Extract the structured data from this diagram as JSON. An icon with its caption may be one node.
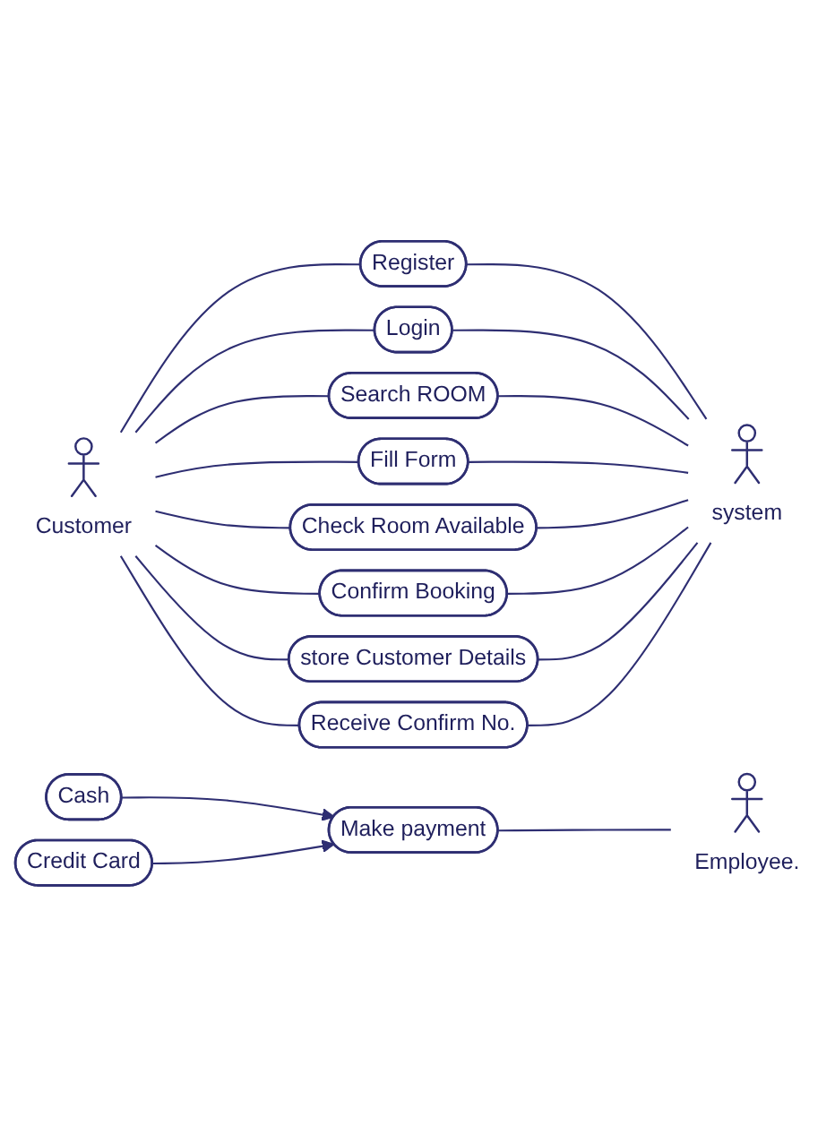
{
  "diagram": {
    "nodes": [
      {
        "text": [
          "Customer"
        ]
      },
      {
        "text": [
          "Register"
        ]
      },
      {
        "text": [
          "Login"
        ]
      },
      {
        "text": [
          "Search ROOM"
        ]
      },
      {
        "text": [
          "Fill Form"
        ]
      },
      {
        "text": [
          "Check Room Available"
        ]
      },
      {
        "text": [
          "Confirm Booking"
        ]
      },
      {
        "text": [
          "store Customer Details"
        ]
      },
      {
        "text": [
          "Receive Confirm No."
        ]
      },
      {
        "text": [
          "Make payment"
        ]
      },
      {
        "text": [
          "Cash"
        ]
      },
      {
        "text": [
          "Credit Card"
        ]
      },
      {
        "text": [
          "system"
        ]
      },
      {
        "text": [
          "Employee."
        ]
      }
    ],
    "edges": [
      {
        "from": 0,
        "to": 1,
        "arrow": "none"
      },
      {
        "from": 0,
        "to": 2,
        "arrow": "none"
      },
      {
        "from": 0,
        "to": 3,
        "arrow": "none"
      },
      {
        "from": 0,
        "to": 4,
        "arrow": "none"
      },
      {
        "from": 0,
        "to": 5,
        "arrow": "none"
      },
      {
        "from": 0,
        "to": 6,
        "arrow": "none"
      },
      {
        "from": 0,
        "to": 7,
        "arrow": "none"
      },
      {
        "from": 0,
        "to": 8,
        "arrow": "none"
      },
      {
        "from": 1,
        "to": 12,
        "arrow": "none"
      },
      {
        "from": 2,
        "to": 12,
        "arrow": "none"
      },
      {
        "from": 3,
        "to": 12,
        "arrow": "none"
      },
      {
        "from": 4,
        "to": 12,
        "arrow": "none"
      },
      {
        "from": 5,
        "to": 12,
        "arrow": "none"
      },
      {
        "from": 6,
        "to": 12,
        "arrow": "none"
      },
      {
        "from": 7,
        "to": 12,
        "arrow": "none"
      },
      {
        "from": 8,
        "to": 12,
        "arrow": "none"
      },
      {
        "from": 9,
        "to": 13,
        "arrow": "none"
      },
      {
        "from": 10,
        "to": 9,
        "arrow": "to"
      },
      {
        "from": 11,
        "to": 9,
        "arrow": "to"
      }
    ]
  }
}
